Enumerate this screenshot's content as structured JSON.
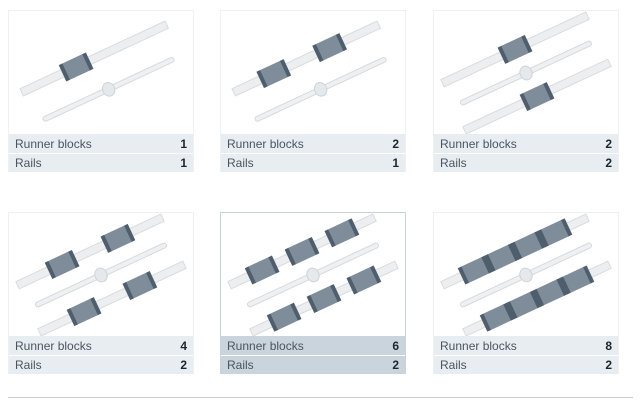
{
  "labels": {
    "runner_blocks": "Runner blocks",
    "rails": "Rails"
  },
  "colors": {
    "block": "#7f8d9b",
    "block_dark": "#4f5e6d",
    "rail": "#eceeef",
    "selected_bg": "#c9d4dd"
  },
  "options": [
    {
      "runner_blocks": "1",
      "rails": "1",
      "selected": false
    },
    {
      "runner_blocks": "2",
      "rails": "1",
      "selected": false
    },
    {
      "runner_blocks": "2",
      "rails": "2",
      "selected": false
    },
    {
      "runner_blocks": "4",
      "rails": "2",
      "selected": false
    },
    {
      "runner_blocks": "6",
      "rails": "2",
      "selected": true
    },
    {
      "runner_blocks": "8",
      "rails": "2",
      "selected": false
    }
  ]
}
